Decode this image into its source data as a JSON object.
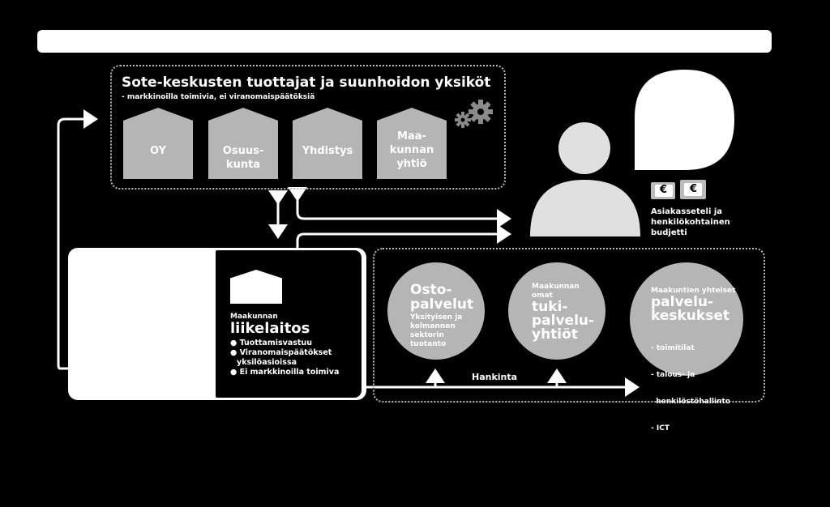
{
  "header": {
    "title": "Sote-keskusten tuottajat ja suunhoidon yksiköt",
    "subtitle": "- markkinoilla toimivia, ei viranomaispäätöksiä"
  },
  "producers": [
    {
      "line1": "",
      "line2": "OY"
    },
    {
      "line1": "Osuus-",
      "line2": "kunta"
    },
    {
      "line1": "",
      "line2": "Yhdistys"
    },
    {
      "line1": "Maa-",
      "line2": "kunnan",
      "line3": "yhtiö"
    }
  ],
  "client": {
    "caption_line1": "Asiakasseteli ja",
    "caption_line2": "henkilökohtainen",
    "caption_line3": "budjetti",
    "currency": "€"
  },
  "enterprise": {
    "small_label": "Maakunnan",
    "big_label": "liikelaitos",
    "bullets": [
      "Tuottamisvastuu",
      "Viranomaispäätökset",
      "yksilöasioissa",
      "Ei markkinoilla toimiva"
    ]
  },
  "procurement_label": "Hankinta",
  "services": {
    "osto": {
      "title1": "Osto-",
      "title2": "palvelut",
      "desc": [
        "Yksityisen ja",
        "kolmannen",
        "sektorin",
        "tuotanto"
      ]
    },
    "tuki": {
      "pre1": "Maakunnan",
      "pre2": "omat",
      "title1": "tuki-",
      "title2": "palvelu-",
      "title3": "yhtiöt"
    },
    "keskus": {
      "pre": "Maakuntien yhteiset",
      "title1": "palvelu-",
      "title2": "keskukset",
      "items": [
        "- toimitilat",
        "- talous- ja",
        "  henkilöstöhallinto",
        "- ICT"
      ]
    }
  },
  "colors": {
    "background": "#000000",
    "shape_gray": "#b5b5b5",
    "person_gray": "#e0e0e0",
    "white": "#ffffff"
  }
}
